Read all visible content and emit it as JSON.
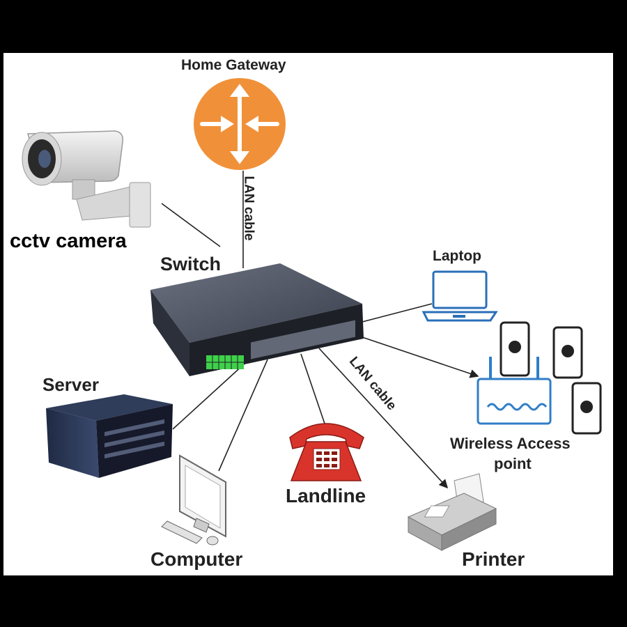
{
  "labels": {
    "home_gateway": "Home Gateway",
    "lan_cable_vertical": "LAN cable",
    "cctv_camera": "cctv camera",
    "switch": "Switch",
    "laptop": "Laptop",
    "server": "Server",
    "lan_cable_diagonal": "LAN cable",
    "wireless_ap_line1": "Wireless Access",
    "wireless_ap_line2": "point",
    "landline": "Landline",
    "computer": "Computer",
    "printer": "Printer"
  },
  "colors": {
    "frame": "#000000",
    "background": "#ffffff",
    "gateway_orange": "#f0913a",
    "phone_red": "#d9342b",
    "laptop_blue": "#2a6fb8",
    "ap_blue": "#2f7ec7",
    "switch_body": "#4a5060",
    "port_led_green": "#3fd14a"
  },
  "icons": [
    "home-gateway-router-icon",
    "cctv-camera-icon",
    "network-switch-icon",
    "laptop-icon",
    "server-icon",
    "landline-phone-icon",
    "computer-icon",
    "printer-icon",
    "wireless-access-point-icon",
    "smartphone-icon"
  ]
}
